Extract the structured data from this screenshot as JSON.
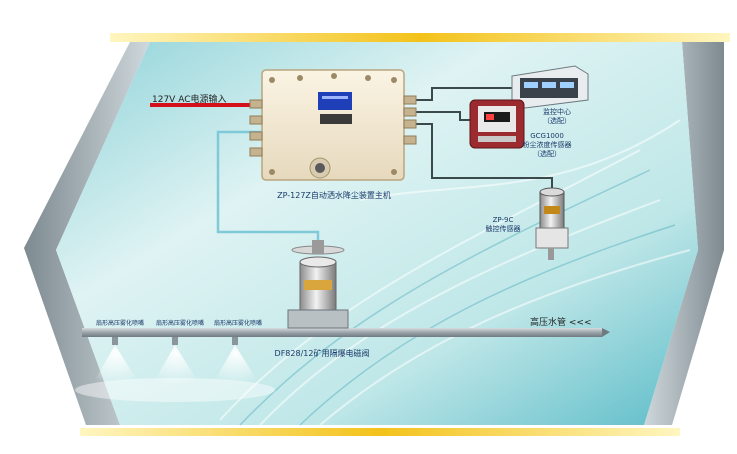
{
  "labels": {
    "power_input": "127V AC电源输入",
    "main_unit": "ZP-127Z自动洒水降尘装置主机",
    "monitor_center_line1": "监控中心",
    "monitor_center_line2": "（选配）",
    "dust_sensor_line1": "GCG1000",
    "dust_sensor_line2": "粉尘浓度传感器",
    "dust_sensor_line3": "（选配）",
    "trigger_sensor_line1": "ZP-9C",
    "trigger_sensor_line2": "触控传感器",
    "high_pressure_pipe": "高压水管 <<<",
    "solenoid_valve": "DF828/12矿用隔爆电磁阀",
    "nozzles": [
      "扇形高压雾化喷嘴",
      "扇形高压雾化喷嘴",
      "扇形高压雾化喷嘴"
    ]
  },
  "colors": {
    "gold_band": "#f3c21a",
    "power_cable": "#d4101a",
    "signal_cable": "#3a4a4a",
    "valve_cable": "#7fc9d9",
    "panel_display": "#1e3fb8"
  },
  "icons": [
    "main-control-box-icon",
    "monitor-center-icon",
    "dust-sensor-icon",
    "trigger-sensor-icon",
    "solenoid-valve-icon",
    "nozzle-icon"
  ]
}
